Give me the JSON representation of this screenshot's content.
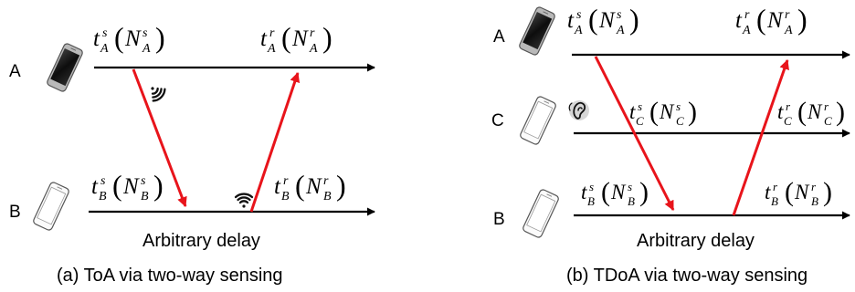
{
  "panels": [
    {
      "id": "a",
      "caption": "(a) ToA via two-way sensing",
      "delay_label": "Arbitrary delay",
      "nodes": [
        {
          "label": "A",
          "phone": "dark"
        },
        {
          "label": "B",
          "phone": "light"
        }
      ],
      "time_labels": [
        {
          "t": "t",
          "node": "A",
          "kind": "s"
        },
        {
          "t": "t",
          "node": "A",
          "kind": "r"
        },
        {
          "t": "t",
          "node": "B",
          "kind": "s"
        },
        {
          "t": "t",
          "node": "B",
          "kind": "r"
        }
      ]
    },
    {
      "id": "b",
      "caption": "(b) TDoA via two-way sensing",
      "delay_label": "Arbitrary delay",
      "nodes": [
        {
          "label": "A",
          "phone": "dark"
        },
        {
          "label": "C",
          "phone": "light"
        },
        {
          "label": "B",
          "phone": "light"
        }
      ],
      "time_labels": [
        {
          "t": "t",
          "node": "A",
          "kind": "s"
        },
        {
          "t": "t",
          "node": "A",
          "kind": "r"
        },
        {
          "t": "t",
          "node": "C",
          "kind": "s"
        },
        {
          "t": "t",
          "node": "C",
          "kind": "r"
        },
        {
          "t": "t",
          "node": "B",
          "kind": "s"
        },
        {
          "t": "t",
          "node": "B",
          "kind": "r"
        }
      ]
    }
  ],
  "colors": {
    "signal": "#e8141b",
    "timeline": "#000000",
    "phone_dark": "#222222",
    "phone_light": "#ffffff"
  },
  "icons": [
    "smartphone-icon",
    "signal-emit-icon",
    "ear-listen-icon"
  ]
}
